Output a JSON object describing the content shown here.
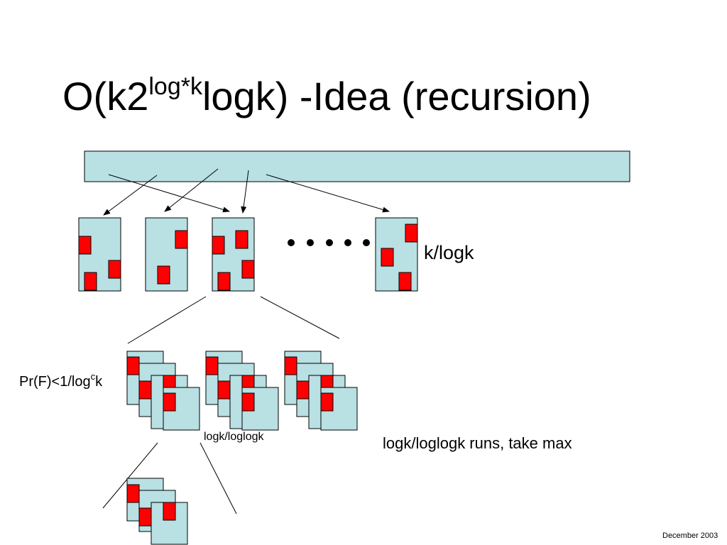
{
  "title": {
    "pre": "O(k2",
    "sup": "log*k",
    "post": "logk) -Idea (recursion)"
  },
  "labels": {
    "k_over_logk": "k/logk",
    "prob_pre": "Pr(F)<1/log",
    "prob_sup": "c",
    "prob_post": "k",
    "logk_loglogk": "logk/loglogk",
    "runs": "logk/loglogk runs, take max"
  },
  "footer": {
    "date": "December 2003"
  },
  "colors": {
    "box_fill": "#b9e0e3",
    "marker": "#ff0000",
    "stroke": "#000000"
  }
}
